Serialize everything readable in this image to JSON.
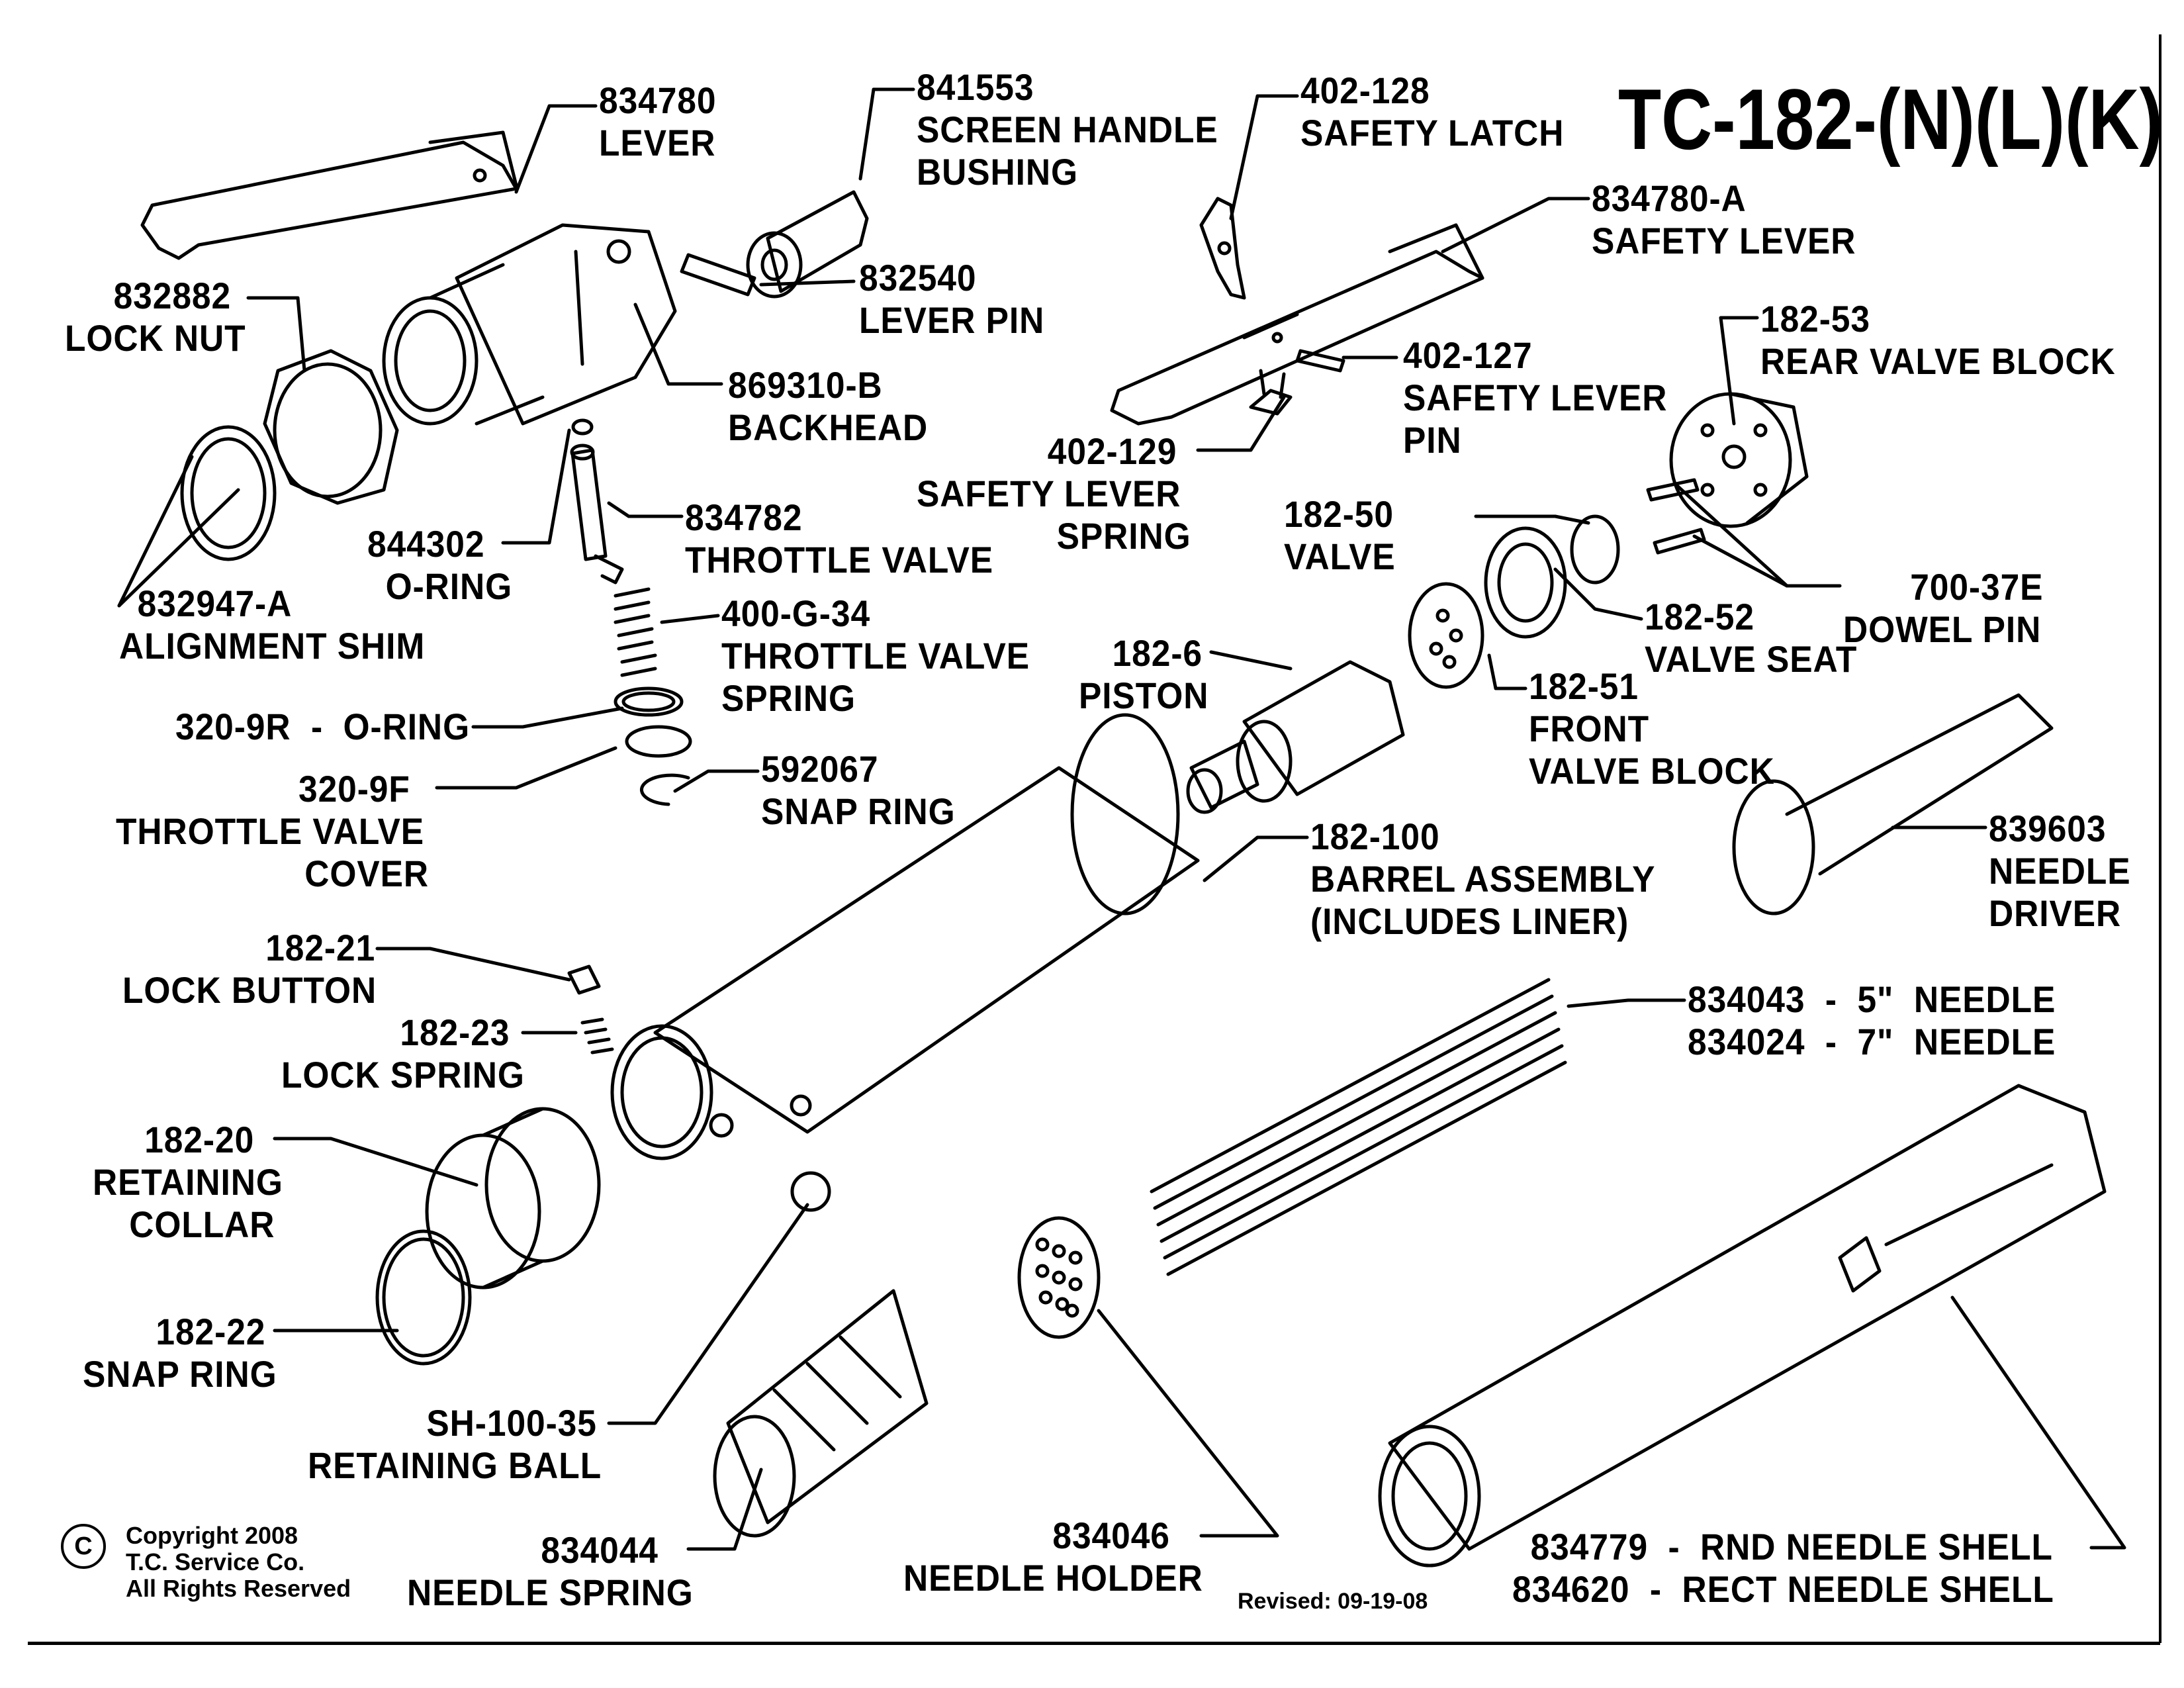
{
  "title": "TC-182-(N)(L)(K)",
  "parts": [
    {
      "id": "lever",
      "number": "834780",
      "name": [
        "LEVER"
      ]
    },
    {
      "id": "screen-handle-bushing",
      "number": "841553",
      "name": [
        "SCREEN HANDLE",
        "BUSHING"
      ]
    },
    {
      "id": "safety-latch",
      "number": "402-128",
      "name": [
        "SAFETY LATCH"
      ]
    },
    {
      "id": "safety-lever",
      "number": "834780-A",
      "name": [
        "SAFETY LEVER"
      ]
    },
    {
      "id": "lock-nut",
      "number": "832882",
      "name": [
        "LOCK NUT"
      ]
    },
    {
      "id": "lever-pin",
      "number": "832540",
      "name": [
        "LEVER PIN"
      ]
    },
    {
      "id": "rear-valve-block",
      "number": "182-53",
      "name": [
        "REAR VALVE BLOCK"
      ]
    },
    {
      "id": "backhead",
      "number": "869310-B",
      "name": [
        "BACKHEAD"
      ]
    },
    {
      "id": "safety-lever-pin",
      "number": "402-127",
      "name": [
        "SAFETY LEVER",
        "PIN"
      ]
    },
    {
      "id": "safety-lever-spring",
      "number": "402-129",
      "name": [
        "SAFETY LEVER",
        "SPRING"
      ]
    },
    {
      "id": "o-ring-844302",
      "number": "844302",
      "name": [
        "O-RING"
      ]
    },
    {
      "id": "throttle-valve",
      "number": "834782",
      "name": [
        "THROTTLE VALVE"
      ]
    },
    {
      "id": "valve",
      "number": "182-50",
      "name": [
        "VALVE"
      ]
    },
    {
      "id": "alignment-shim",
      "number": "832947-A",
      "name": [
        "ALIGNMENT SHIM"
      ]
    },
    {
      "id": "throttle-valve-spring",
      "number": "400-G-34",
      "name": [
        "THROTTLE VALVE",
        "SPRING"
      ]
    },
    {
      "id": "valve-seat",
      "number": "182-52",
      "name": [
        "VALVE SEAT"
      ]
    },
    {
      "id": "dowel-pin",
      "number": "700-37E",
      "name": [
        "DOWEL PIN"
      ]
    },
    {
      "id": "piston",
      "number": "182-6",
      "name": [
        "PISTON"
      ]
    },
    {
      "id": "front-valve-block",
      "number": "182-51",
      "name": [
        "FRONT",
        "VALVE BLOCK"
      ]
    },
    {
      "id": "o-ring-320-9r",
      "number": "320-9R",
      "separator": " - ",
      "name": [
        "O-RING"
      ]
    },
    {
      "id": "throttle-valve-cover",
      "number": "320-9F",
      "name": [
        "THROTTLE VALVE",
        "COVER"
      ]
    },
    {
      "id": "snap-ring-592067",
      "number": "592067",
      "name": [
        "SNAP RING"
      ]
    },
    {
      "id": "barrel-assembly",
      "number": "182-100",
      "name": [
        "BARREL ASSEMBLY",
        "(INCLUDES LINER)"
      ]
    },
    {
      "id": "needle-driver",
      "number": "839603",
      "name": [
        "NEEDLE",
        "DRIVER"
      ]
    },
    {
      "id": "lock-button",
      "number": "182-21",
      "name": [
        "LOCK BUTTON"
      ]
    },
    {
      "id": "lock-spring",
      "number": "182-23",
      "name": [
        "LOCK SPRING"
      ]
    },
    {
      "id": "needle-5",
      "number": "834043",
      "name": [
        "5\" NEEDLE"
      ]
    },
    {
      "id": "needle-7",
      "number": "834024",
      "name": [
        "7\" NEEDLE"
      ]
    },
    {
      "id": "retaining-collar",
      "number": "182-20",
      "name": [
        "RETAINING",
        "COLLAR"
      ]
    },
    {
      "id": "snap-ring-182-22",
      "number": "182-22",
      "name": [
        "SNAP RING"
      ]
    },
    {
      "id": "retaining-ball",
      "number": "SH-100-35",
      "name": [
        "RETAINING BALL"
      ]
    },
    {
      "id": "needle-spring",
      "number": "834044",
      "name": [
        "NEEDLE SPRING"
      ]
    },
    {
      "id": "needle-holder",
      "number": "834046",
      "name": [
        "NEEDLE HOLDER"
      ]
    },
    {
      "id": "rnd-needle-shell",
      "number": "834779",
      "name": [
        "RND NEEDLE SHELL"
      ]
    },
    {
      "id": "rect-needle-shell",
      "number": "834620",
      "name": [
        "RECT NEEDLE SHELL"
      ]
    }
  ],
  "labels": {
    "lever": [
      "834780",
      "LEVER"
    ],
    "bushing": [
      "841553",
      "SCREEN HANDLE",
      "BUSHING"
    ],
    "latch": [
      "402-128",
      "SAFETY LATCH"
    ],
    "safety_lever": [
      "834780-A",
      "SAFETY LEVER"
    ],
    "lock_nut": [
      "832882",
      "LOCK NUT"
    ],
    "lever_pin": [
      "832540",
      "LEVER PIN"
    ],
    "rear_valve_block": [
      "182-53",
      "REAR VALVE BLOCK"
    ],
    "backhead": [
      "869310-B",
      "BACKHEAD"
    ],
    "safety_lever_pin": [
      "402-127",
      "SAFETY LEVER",
      "PIN"
    ],
    "safety_lever_spring": [
      "402-129",
      "SAFETY LEVER",
      "SPRING"
    ],
    "o_ring_844302": [
      "844302",
      "O-RING"
    ],
    "throttle_valve": [
      "834782",
      "THROTTLE VALVE"
    ],
    "valve": [
      "182-50",
      "VALVE"
    ],
    "alignment_shim": [
      "832947-A",
      "ALIGNMENT SHIM"
    ],
    "throttle_valve_spring": [
      "400-G-34",
      "THROTTLE VALVE",
      "SPRING"
    ],
    "valve_seat": [
      "182-52",
      "VALVE SEAT"
    ],
    "dowel_pin": [
      "700-37E",
      "DOWEL PIN"
    ],
    "piston": [
      "182-6",
      "PISTON"
    ],
    "front_valve_block": [
      "182-51",
      "FRONT",
      "VALVE BLOCK"
    ],
    "o_ring_320": [
      "320-9R  -  O-RING"
    ],
    "throttle_cover": [
      "320-9F",
      "THROTTLE VALVE",
      "COVER"
    ],
    "snap_ring_592067": [
      "592067",
      "SNAP RING"
    ],
    "barrel": [
      "182-100",
      "BARREL ASSEMBLY",
      "(INCLUDES LINER)"
    ],
    "needle_driver": [
      "839603",
      "NEEDLE",
      "DRIVER"
    ],
    "lock_button": [
      "182-21",
      "LOCK BUTTON"
    ],
    "lock_spring": [
      "182-23",
      "LOCK SPRING"
    ],
    "needles": [
      "834043  -  5\"  NEEDLE",
      "834024  -  7\"  NEEDLE"
    ],
    "retaining_collar": [
      "182-20",
      "RETAINING",
      "COLLAR"
    ],
    "snap_ring_182_22": [
      "182-22",
      "SNAP RING"
    ],
    "retaining_ball": [
      "SH-100-35",
      "RETAINING BALL"
    ],
    "needle_spring": [
      "834044",
      "NEEDLE SPRING"
    ],
    "needle_holder": [
      "834046",
      "NEEDLE HOLDER"
    ],
    "shells": [
      "834779  -  RND NEEDLE SHELL",
      "834620  -  RECT NEEDLE SHELL"
    ]
  },
  "copyright": {
    "symbol": "C",
    "lines": [
      "Copyright  2008",
      "T.C.  Service  Co.",
      "All  Rights  Reserved"
    ]
  },
  "revised": "Revised:  09-19-08"
}
